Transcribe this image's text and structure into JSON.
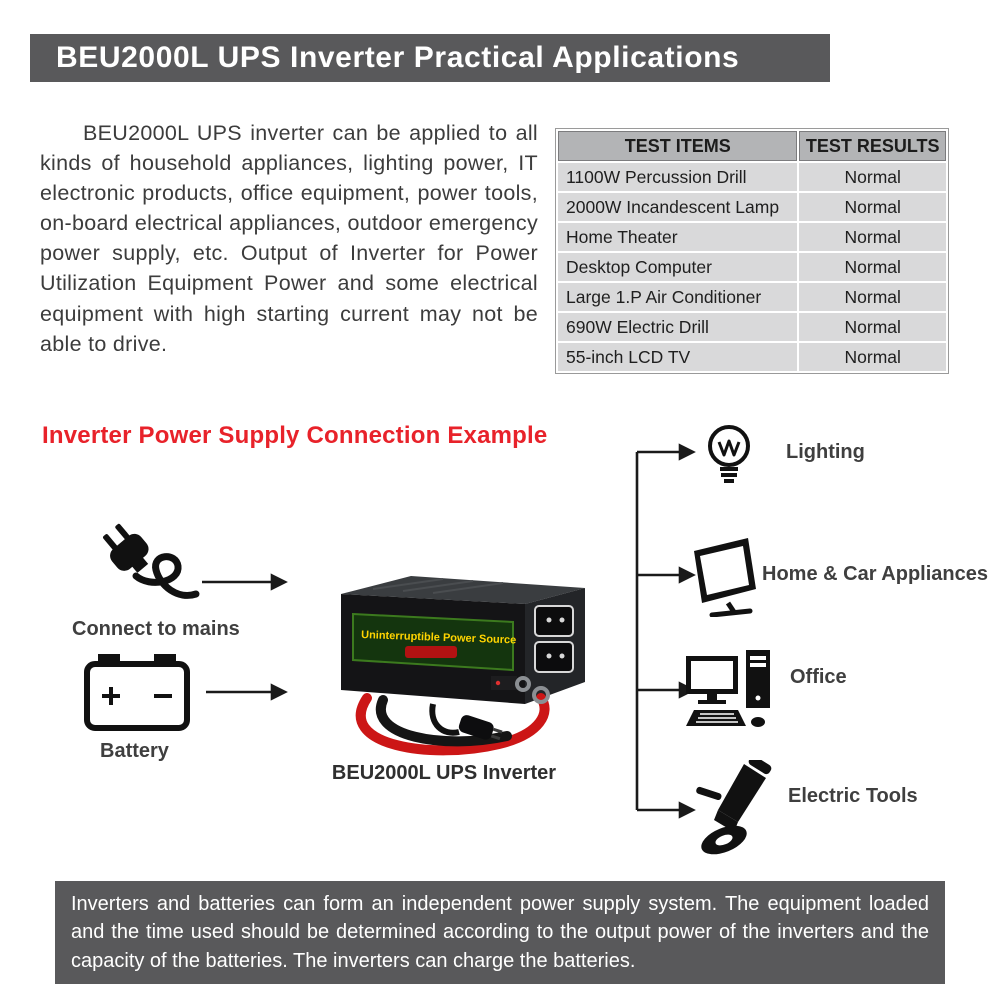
{
  "banner": {
    "title": "BEU2000L UPS Inverter Practical Applications"
  },
  "intro": {
    "text": "BEU2000L UPS inverter can be applied to all kinds of household appliances, lighting power, IT electronic products, office equipment, power tools, on-board electrical appliances, outdoor emergency power supply, etc. Output of Inverter for Power Utilization Equipment Power and some electrical equipment with high starting current may not be able to drive."
  },
  "table": {
    "headers": [
      "TEST ITEMS",
      "TEST RESULTS"
    ],
    "rows": [
      {
        "item": "1100W Percussion Drill",
        "result": "Normal"
      },
      {
        "item": "2000W Incandescent Lamp",
        "result": "Normal"
      },
      {
        "item": "Home Theater",
        "result": "Normal"
      },
      {
        "item": "Desktop Computer",
        "result": "Normal"
      },
      {
        "item": "Large 1.P Air Conditioner",
        "result": "Normal"
      },
      {
        "item": "690W Electric Drill",
        "result": "Normal"
      },
      {
        "item": "55-inch LCD TV",
        "result": "Normal"
      }
    ]
  },
  "diagram": {
    "heading": "Inverter Power Supply Connection Example",
    "sources": [
      {
        "label": "Connect to mains",
        "icon": "mains-plug-icon"
      },
      {
        "label": "Battery",
        "icon": "battery-icon"
      }
    ],
    "inverter": {
      "caption": "BEU2000L UPS Inverter",
      "panel_text": "Uninterruptible Power Source"
    },
    "outputs": [
      {
        "label": "Lighting",
        "icon": "light-bulb-icon"
      },
      {
        "label": "Home & Car Appliances",
        "icon": "tv-monitor-icon"
      },
      {
        "label": "Office",
        "icon": "desktop-computer-icon"
      },
      {
        "label": "Electric Tools",
        "icon": "angle-grinder-icon"
      }
    ]
  },
  "footer": {
    "text": "Inverters and batteries can form an independent power supply system. The equipment loaded and the time used should be determined according to the output power of the inverters and the capacity of the batteries. The inverters can charge the batteries."
  },
  "colors": {
    "banner_bg": "#59595b",
    "footer_bg": "#59595b",
    "heading_red": "#e8222a",
    "table_header_bg": "#b3b4b6",
    "table_row_bg": "#d9d9da",
    "text_dark": "#3c3c3c",
    "cable_red": "#cc1616"
  }
}
